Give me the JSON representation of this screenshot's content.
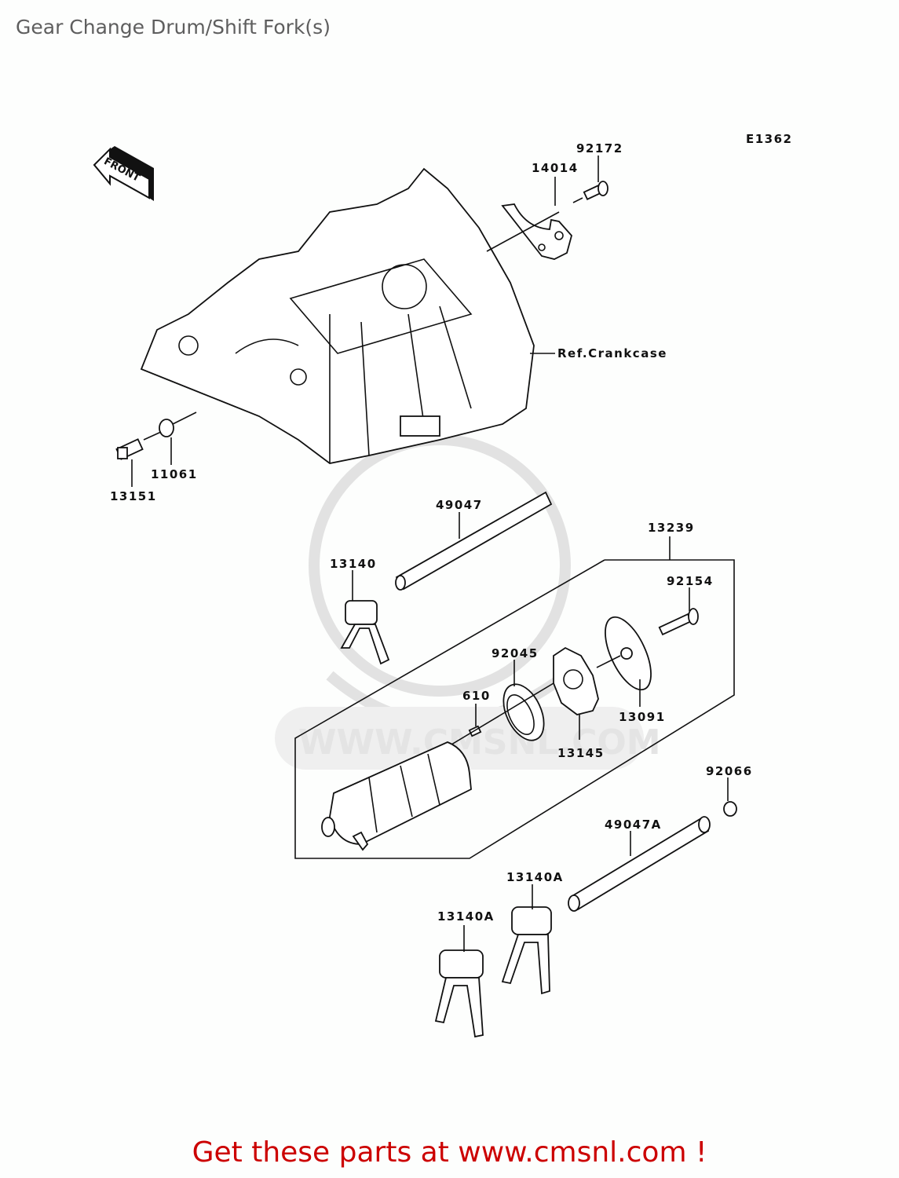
{
  "page": {
    "title": "Gear Change Drum/Shift Fork(s)",
    "footer": "Get these parts at www.cmsnl.com !",
    "footer_color": "#cc0000"
  },
  "diagram": {
    "code": "E1362",
    "front_label": "FRONT",
    "ref_label": "Ref.Crankcase",
    "watermark": "WWW.CMSNL.COM",
    "parts": [
      {
        "id": "92172"
      },
      {
        "id": "14014"
      },
      {
        "id": "11061"
      },
      {
        "id": "13151"
      },
      {
        "id": "49047"
      },
      {
        "id": "13239"
      },
      {
        "id": "13140"
      },
      {
        "id": "92154"
      },
      {
        "id": "92045"
      },
      {
        "id": "610"
      },
      {
        "id": "13091"
      },
      {
        "id": "13145"
      },
      {
        "id": "92066"
      },
      {
        "id": "49047A"
      },
      {
        "id": "13140A"
      },
      {
        "id": "13140A"
      }
    ]
  }
}
